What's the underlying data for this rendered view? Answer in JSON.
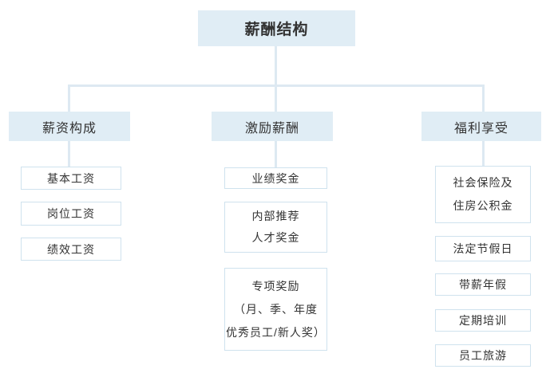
{
  "diagram": {
    "root": {
      "label": "薪酬结构"
    },
    "branches": [
      {
        "label": "薪资构成",
        "leaves": [
          {
            "lines": [
              "基本工资"
            ]
          },
          {
            "lines": [
              "岗位工资"
            ]
          },
          {
            "lines": [
              "绩效工资"
            ]
          }
        ]
      },
      {
        "label": "激励薪酬",
        "leaves": [
          {
            "lines": [
              "业绩奖金"
            ]
          },
          {
            "lines": [
              "内部推荐",
              "人才奖金"
            ]
          },
          {
            "lines": [
              "专项奖励",
              "（月、季、年度",
              "优秀员工/新人奖）"
            ]
          }
        ]
      },
      {
        "label": "福利享受",
        "leaves": [
          {
            "lines": [
              "社会保险及",
              "住房公积金"
            ]
          },
          {
            "lines": [
              "法定节假日"
            ]
          },
          {
            "lines": [
              "带薪年假"
            ]
          },
          {
            "lines": [
              "定期培训"
            ]
          },
          {
            "lines": [
              "员工旅游"
            ]
          }
        ]
      }
    ]
  },
  "colors": {
    "node_fill": "#e0edf5",
    "leaf_border": "#cfe2ee",
    "connector": "#dde9f2",
    "text": "#333333"
  }
}
